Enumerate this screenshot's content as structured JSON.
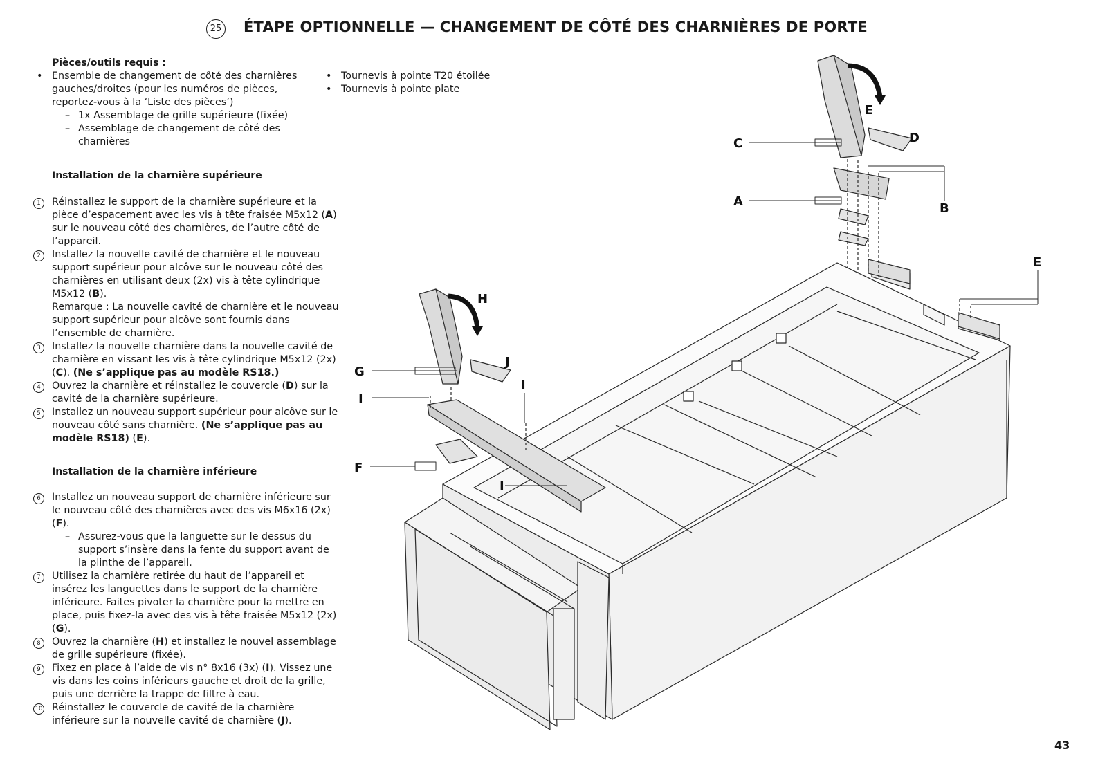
{
  "header": {
    "step_number": "25",
    "title": "ÉTAPE OPTIONNELLE — CHANGEMENT DE CÔTÉ DES CHARNIÈRES DE PORTE"
  },
  "requirements": {
    "heading": "Pièces/outils requis :",
    "left_bullets": [
      {
        "text": "Ensemble de changement de côté des charnières gauches/droites (pour les numéros de pièces, reportez-vous à la ‘Liste des pièces’)",
        "subitems": [
          "1x Assemblage de grille supérieure (fixée)",
          "Assemblage de changement de côté des charnières"
        ]
      }
    ],
    "right_bullets": [
      "Tournevis à pointe T20 étoilée",
      "Tournevis à pointe plate"
    ]
  },
  "upper_section": {
    "heading": "Installation de la charnière supérieure",
    "steps": [
      {
        "num": "1",
        "parts": [
          {
            "t": "Réinstallez le support de la charnière supérieure et la pièce d’espacement avec les vis à tête fraisée M5x12 ("
          },
          {
            "t": "A",
            "b": true
          },
          {
            "t": ") sur le nouveau côté des charnières, de l’autre côté de l’appareil."
          }
        ]
      },
      {
        "num": "2",
        "parts": [
          {
            "t": "Installez la nouvelle cavité de charnière et le nouveau support supérieur pour alcôve sur le nouveau côté des charnières en utilisant deux (2x) vis à tête cylindrique M5x12 ("
          },
          {
            "t": "B",
            "b": true
          },
          {
            "t": ")."
          }
        ]
      },
      {
        "num": "",
        "parts": [
          {
            "t": "Remarque : La nouvelle cavité de charnière et le nouveau support supérieur pour alcôve sont fournis dans l’ensemble de charnière."
          }
        ]
      },
      {
        "num": "3",
        "parts": [
          {
            "t": "Installez la nouvelle charnière dans la nouvelle cavité de charnière en vissant les vis à tête cylindrique M5x12 (2x) ("
          },
          {
            "t": "C",
            "b": true
          },
          {
            "t": "). "
          },
          {
            "t": "(Ne s’applique pas au modèle RS18.)",
            "b": true
          }
        ]
      },
      {
        "num": "4",
        "parts": [
          {
            "t": "Ouvrez la charnière et réinstallez le couvercle ("
          },
          {
            "t": "D",
            "b": true
          },
          {
            "t": ") sur la cavité de la charnière supérieure."
          }
        ]
      },
      {
        "num": "5",
        "parts": [
          {
            "t": "Installez un nouveau support supérieur pour alcôve sur le nouveau côté sans charnière. "
          },
          {
            "t": "(Ne s’applique pas au modèle RS18)",
            "b": true
          },
          {
            "t": " ("
          },
          {
            "t": "E",
            "b": true
          },
          {
            "t": ")."
          }
        ]
      }
    ]
  },
  "lower_section": {
    "heading": "Installation de la charnière inférieure",
    "steps": [
      {
        "num": "6",
        "parts": [
          {
            "t": "Installez un nouveau support de charnière inférieure sur le nouveau côté des charnières avec des vis M6x16 (2x) ("
          },
          {
            "t": "F",
            "b": true
          },
          {
            "t": ")."
          }
        ],
        "subitems": [
          "Assurez-vous que la languette sur le dessus du support s’insère dans la fente du support avant de la plinthe de l’appareil."
        ]
      },
      {
        "num": "7",
        "parts": [
          {
            "t": "Utilisez la charnière retirée du haut de l’appareil et insérez les languettes dans le support de la charnière inférieure. Faites pivoter la charnière pour la mettre en place, puis fixez-la avec des vis à tête fraisée M5x12 (2x) ("
          },
          {
            "t": "G",
            "b": true
          },
          {
            "t": ")."
          }
        ]
      },
      {
        "num": "8",
        "parts": [
          {
            "t": "Ouvrez la charnière ("
          },
          {
            "t": "H",
            "b": true
          },
          {
            "t": ") et installez le nouvel assemblage de grille supérieure (fixée)."
          }
        ]
      },
      {
        "num": "9",
        "parts": [
          {
            "t": "Fixez en place à l’aide de vis n° 8x16 (3x) ("
          },
          {
            "t": "I",
            "b": true
          },
          {
            "t": "). Vissez une vis dans les coins inférieurs gauche et droit de la grille, puis une derrière la trappe de filtre à eau."
          }
        ]
      },
      {
        "num": "10",
        "parts": [
          {
            "t": "Réinstallez le couvercle de cavité de la charnière inférieure sur la nouvelle cavité de charnière ("
          },
          {
            "t": "J",
            "b": true
          },
          {
            "t": ")."
          }
        ]
      }
    ]
  },
  "figure": {
    "callouts": {
      "a": "A",
      "b": "B",
      "c": "C",
      "d": "D",
      "e_top": "E",
      "e_right": "E",
      "f": "F",
      "g": "G",
      "h": "H",
      "i_left": "I",
      "i_right": "I",
      "i_bottom": "I",
      "j": "J"
    }
  },
  "page_number": "43"
}
